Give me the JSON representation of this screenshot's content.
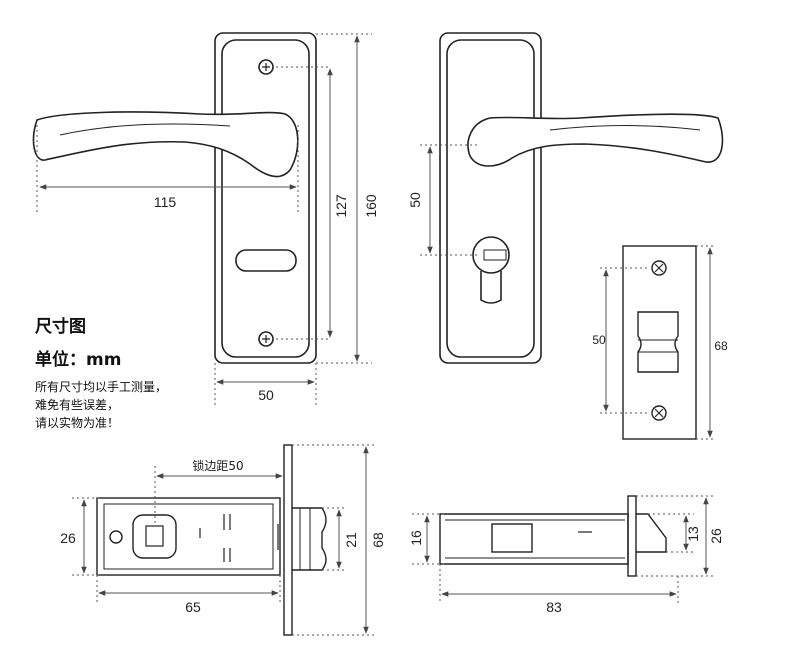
{
  "legend": {
    "title": "尺寸图",
    "units": "单位：mm",
    "note_lines": [
      "所有尺寸均以手工测量，",
      "难免有些误差，",
      "请以实物为准！"
    ]
  },
  "dimensions": {
    "handle_length": "115",
    "plate_height": "160",
    "screw_spacing": "127",
    "plate_width": "50",
    "cylinder_offset": "50",
    "faceplate_screw_spacing": "50",
    "faceplate_height": "68",
    "backset_label": "锁边距50",
    "latch_body_height": "26",
    "latch_body_length": "65",
    "latch_bolt_height": "21",
    "latch_face_height": "68",
    "side_body_height": "16",
    "side_total_length": "83",
    "side_bolt_height": "13",
    "side_face_height": "26"
  }
}
